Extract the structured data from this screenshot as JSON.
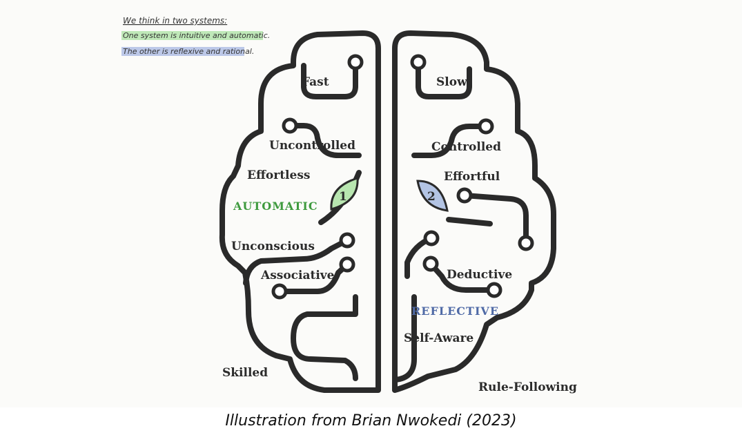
{
  "intro": {
    "heading": "We think in two systems:",
    "line1": "One system is intuitive and automatic.",
    "line2": "The other is reflexive and rational."
  },
  "system1": {
    "number": "1",
    "name": "AUTOMATIC",
    "traits": [
      "Fast",
      "Uncontrolled",
      "Effortless",
      "Unconscious",
      "Associative",
      "Skilled"
    ]
  },
  "system2": {
    "number": "2",
    "name": "REFLECTIVE",
    "traits": [
      "Slow",
      "Controlled",
      "Effortful",
      "Deductive",
      "Self-Aware",
      "Rule-Following"
    ]
  },
  "caption": "Illustration from Brian Nwokedi (2023)",
  "colors": {
    "system1_highlight": "#b8e6b0",
    "system2_highlight": "#b3c4e4",
    "system1_text": "#3e9a3e",
    "system2_text": "#4f6aa6",
    "line": "#2a2a2a"
  }
}
